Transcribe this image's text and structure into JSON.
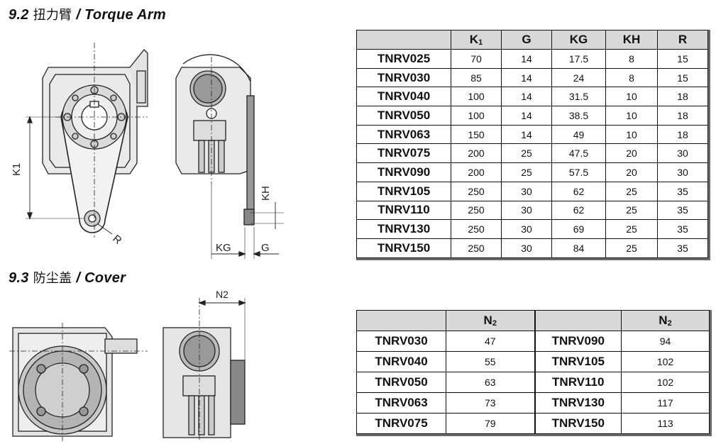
{
  "sections": {
    "torque": {
      "number": "9.2",
      "title_cn": "扭力臂",
      "sep": "/",
      "title_en": "Torque Arm"
    },
    "cover": {
      "number": "9.3",
      "title_cn": "防尘盖",
      "sep": "/",
      "title_en": "Cover"
    }
  },
  "torque_drawing_labels": {
    "k1": "K1",
    "r": "R",
    "kh": "KH",
    "kg": "KG",
    "g": "G"
  },
  "cover_drawing_labels": {
    "n2": "N2"
  },
  "torque_table": {
    "headers": [
      "",
      "K",
      "G",
      "KG",
      "KH",
      "R"
    ],
    "k_sub": "1",
    "rows": [
      [
        "TNRV025",
        "70",
        "14",
        "17.5",
        "8",
        "15"
      ],
      [
        "TNRV030",
        "85",
        "14",
        "24",
        "8",
        "15"
      ],
      [
        "TNRV040",
        "100",
        "14",
        "31.5",
        "10",
        "18"
      ],
      [
        "TNRV050",
        "100",
        "14",
        "38.5",
        "10",
        "18"
      ],
      [
        "TNRV063",
        "150",
        "14",
        "49",
        "10",
        "18"
      ],
      [
        "TNRV075",
        "200",
        "25",
        "47.5",
        "20",
        "30"
      ],
      [
        "TNRV090",
        "200",
        "25",
        "57.5",
        "20",
        "30"
      ],
      [
        "TNRV105",
        "250",
        "30",
        "62",
        "25",
        "35"
      ],
      [
        "TNRV110",
        "250",
        "30",
        "62",
        "25",
        "35"
      ],
      [
        "TNRV130",
        "250",
        "30",
        "69",
        "25",
        "35"
      ],
      [
        "TNRV150",
        "250",
        "30",
        "84",
        "25",
        "35"
      ]
    ]
  },
  "cover_table": {
    "header_n": "N",
    "header_sub": "2",
    "rows": [
      [
        "TNRV030",
        "47",
        "TNRV090",
        "94"
      ],
      [
        "TNRV040",
        "55",
        "TNRV105",
        "102"
      ],
      [
        "TNRV050",
        "63",
        "TNRV110",
        "102"
      ],
      [
        "TNRV063",
        "73",
        "TNRV130",
        "117"
      ],
      [
        "TNRV075",
        "79",
        "TNRV150",
        "113"
      ]
    ]
  }
}
